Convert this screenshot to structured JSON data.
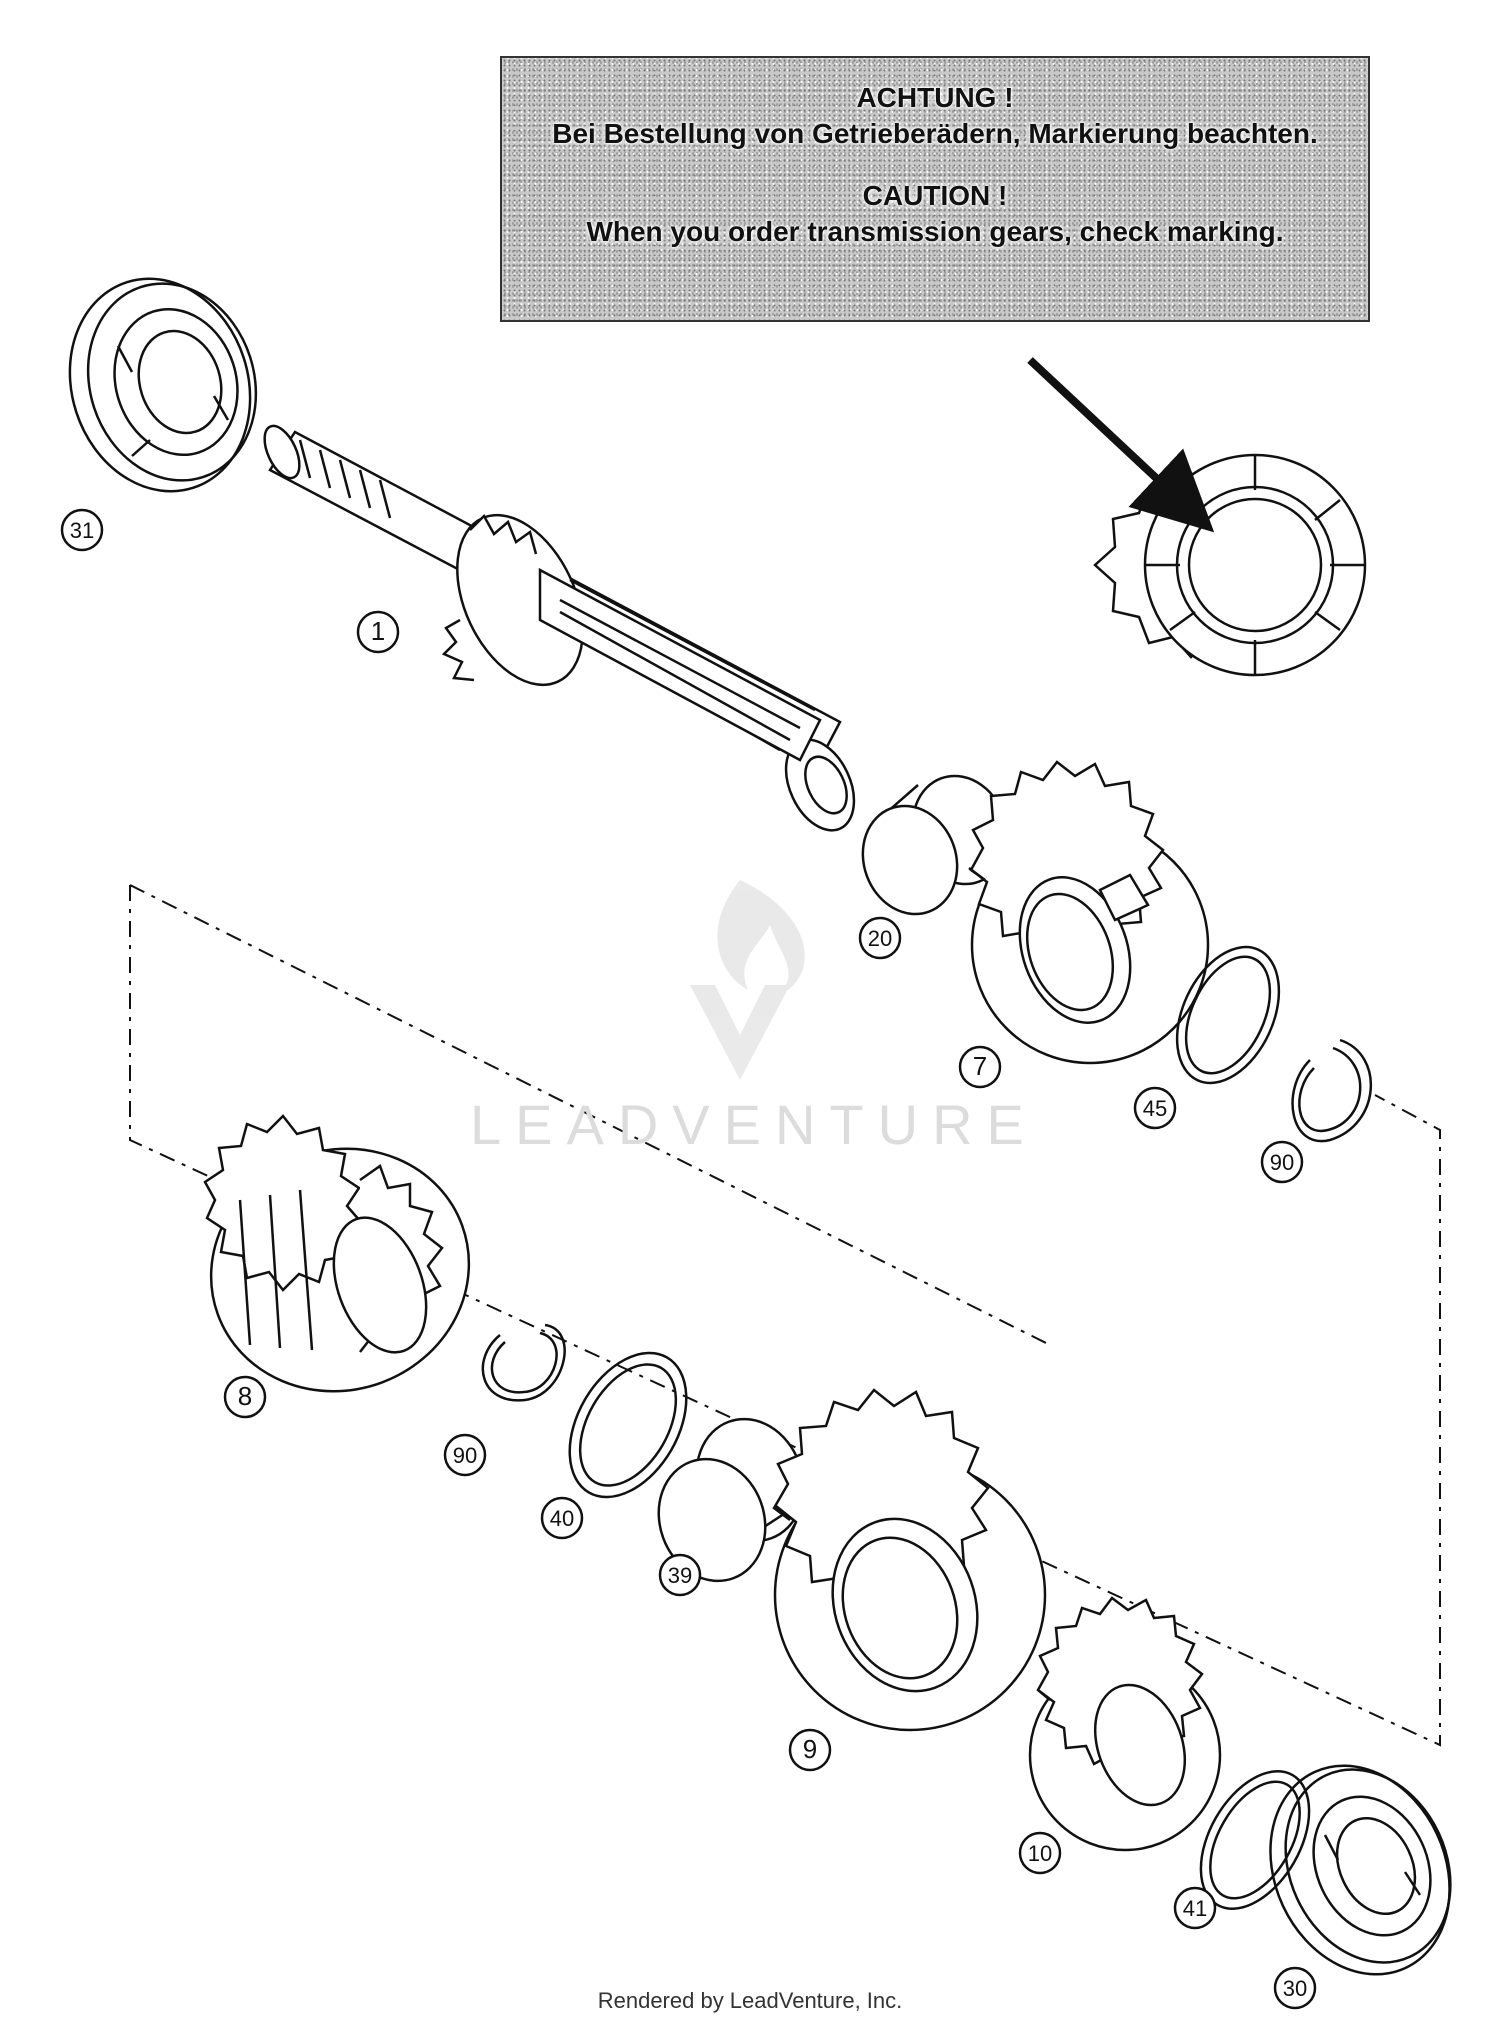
{
  "notice": {
    "german_heading": "ACHTUNG !",
    "german_text": "Bei Bestellung von Getrieberädern, Markierung beachten.",
    "english_heading": "CAUTION !",
    "english_text": "When you order transmission gears, check marking."
  },
  "watermark": {
    "text": "LEADVENTURE"
  },
  "callouts": [
    {
      "id": "callout-31",
      "label": "31"
    },
    {
      "id": "callout-1",
      "label": "1"
    },
    {
      "id": "callout-20",
      "label": "20"
    },
    {
      "id": "callout-7",
      "label": "7"
    },
    {
      "id": "callout-45",
      "label": "45"
    },
    {
      "id": "callout-90a",
      "label": "90"
    },
    {
      "id": "callout-8",
      "label": "8"
    },
    {
      "id": "callout-90b",
      "label": "90"
    },
    {
      "id": "callout-40",
      "label": "40"
    },
    {
      "id": "callout-39",
      "label": "39"
    },
    {
      "id": "callout-9",
      "label": "9"
    },
    {
      "id": "callout-10",
      "label": "10"
    },
    {
      "id": "callout-41",
      "label": "41"
    },
    {
      "id": "callout-30",
      "label": "30"
    }
  ],
  "footer": {
    "text": "Rendered by LeadVenture, Inc."
  }
}
